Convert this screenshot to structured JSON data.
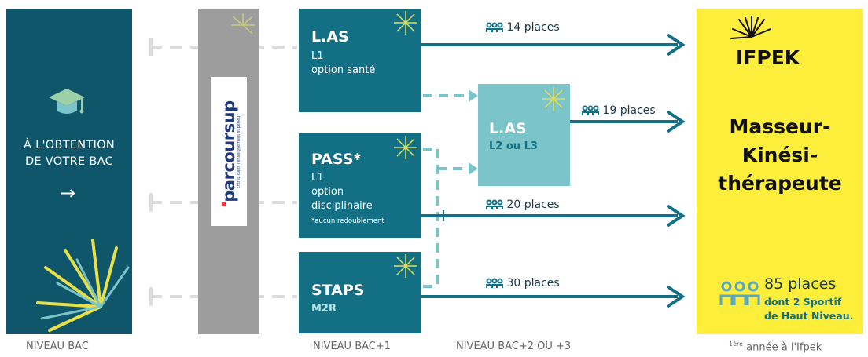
{
  "bac_panel": {
    "line1": "À L'OBTENTION",
    "line2": "DE VOTRE BAC",
    "arrow": "→"
  },
  "parcoursup": {
    "label": "parcoursup",
    "tagline": "Entrez dans l'enseignement supérieur"
  },
  "boxes": {
    "las_l1": {
      "title": "L.AS",
      "line1": "L1",
      "line2": "option santé"
    },
    "pass": {
      "title": "PASS*",
      "line1": "L1",
      "line2": "option",
      "line3": "disciplinaire",
      "note": "*aucun redoublement"
    },
    "staps": {
      "title": "STAPS",
      "line1": "M2R"
    },
    "las_l2": {
      "title": "L.AS",
      "line1": "L2 ou L3"
    }
  },
  "flows": {
    "las": "14 places",
    "las2": "19 places",
    "pass": "20 places",
    "staps": "30 places"
  },
  "ifpek": {
    "logo": "IFPEK",
    "title1": "Masseur-",
    "title2": "Kinési-",
    "title3": "thérapeute",
    "places": "85 places",
    "detail1": "dont 2 Sportif",
    "detail2": "de Haut Niveau."
  },
  "bottom_labels": {
    "bac": "NIVEAU BAC",
    "bac1": "NIVEAU BAC+1",
    "bac23": "NIVEAU BAC+2 OU +3",
    "ifpek_sup": "1ère",
    "ifpek_rest": " année à l'Ifpek"
  },
  "colors": {
    "dark_teal": "#0f566b",
    "teal": "#136f84",
    "light_teal": "#7bc4c9",
    "yellow": "#fdee3c",
    "grey": "#9d9d9d"
  }
}
